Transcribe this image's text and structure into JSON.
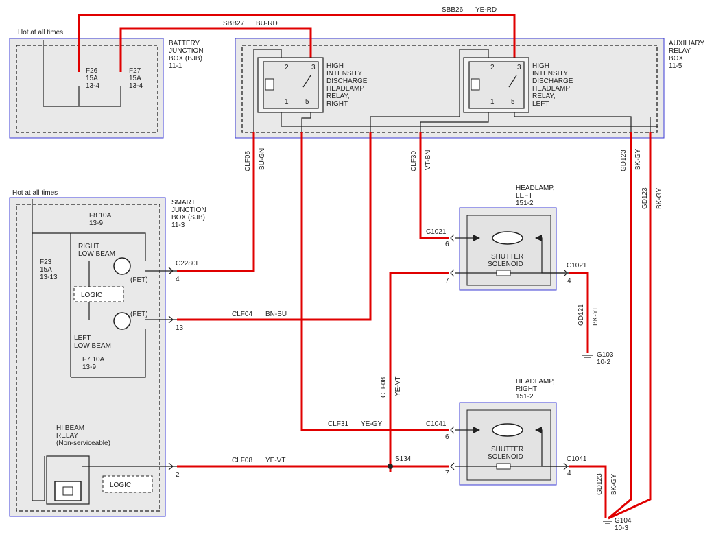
{
  "boxes": {
    "bjb": {
      "name": "BATTERY",
      "l2": "JUNCTION",
      "l3": "BOX (BJB)",
      "ref": "11-1"
    },
    "arb": {
      "name": "AUXILIARY",
      "l2": "RELAY",
      "l3": "BOX",
      "ref": "11-5"
    },
    "sjb": {
      "name": "SMART",
      "l2": "JUNCTION",
      "l3": "BOX (SJB)",
      "ref": "11-3"
    }
  },
  "hot_top": "Hot at all times",
  "hot_sjb": "Hot at all times",
  "fuses": {
    "f26": {
      "name": "F26",
      "amp": "15A",
      "ref": "13-4"
    },
    "f27": {
      "name": "F27",
      "amp": "15A",
      "ref": "13-4"
    },
    "f8": {
      "name": "F8  10A",
      "ref": "13-9"
    },
    "f7": {
      "name": "F7  10A",
      "ref": "13-9"
    },
    "f23": {
      "name": "F23",
      "amp": "15A",
      "ref": "13-13"
    }
  },
  "relays": {
    "right": {
      "l1": "HIGH",
      "l2": "INTENSITY",
      "l3": "DISCHARGE",
      "l4": "HEADLAMP",
      "l5": "RELAY,",
      "l6": "RIGHT"
    },
    "left": {
      "l1": "HIGH",
      "l2": "INTENSITY",
      "l3": "DISCHARGE",
      "l4": "HEADLAMP",
      "l5": "RELAY,",
      "l6": "LEFT"
    },
    "pins": {
      "p1": "1",
      "p2": "2",
      "p3": "3",
      "p5": "5"
    }
  },
  "headlamps": {
    "left": {
      "l1": "HEADLAMP,",
      "l2": "LEFT",
      "ref": "151-2"
    },
    "right": {
      "l1": "HEADLAMP,",
      "l2": "RIGHT",
      "ref": "151-2"
    },
    "shutter": "SHUTTER",
    "solenoid": "SOLENOID"
  },
  "sjb_parts": {
    "right_low_1": "RIGHT",
    "right_low_2": "LOW BEAM",
    "left_low_1": "LEFT",
    "left_low_2": "LOW BEAM",
    "fet": "(FET)",
    "logic": "LOGIC",
    "hibeam_1": "HI BEAM",
    "hibeam_2": "RELAY",
    "hibeam_3": "(Non-serviceable)"
  },
  "connectors": {
    "c2280e": "C2280E",
    "c1021": "C1021",
    "c1041": "C1041",
    "pin4": "4",
    "pin13": "13",
    "pin2": "2",
    "pin6": "6",
    "pin7": "7"
  },
  "splice": "S134",
  "grounds": {
    "g103": {
      "name": "G103",
      "ref": "10-2"
    },
    "g104": {
      "name": "G104",
      "ref": "10-3"
    }
  },
  "circuits": {
    "sbb26": {
      "code": "SBB26",
      "color": "YE-RD"
    },
    "sbb27": {
      "code": "SBB27",
      "color": "BU-RD"
    },
    "clf05": {
      "code": "CLF05",
      "color": "BU-GN"
    },
    "clf30": {
      "code": "CLF30",
      "color": "VT-BN"
    },
    "gd123a": {
      "code": "GD123",
      "color": "BK-GY"
    },
    "gd123b": {
      "code": "GD123",
      "color": "BK-GY"
    },
    "gd123c": {
      "code": "GD123",
      "color": "BK-GY"
    },
    "clf04": {
      "code": "CLF04",
      "color": "BN-BU"
    },
    "gd121": {
      "code": "GD121",
      "color": "BK-YE"
    },
    "clf08v": {
      "code": "CLF08",
      "color": "YE-VT"
    },
    "clf31": {
      "code": "CLF31",
      "color": "YE-GY"
    },
    "clf08h": {
      "code": "CLF08",
      "color": "YE-VT"
    }
  },
  "colors": {
    "wire_red": "#e00000",
    "box_border": "#3b3bd6",
    "box_fill": "#e9e9e9"
  }
}
